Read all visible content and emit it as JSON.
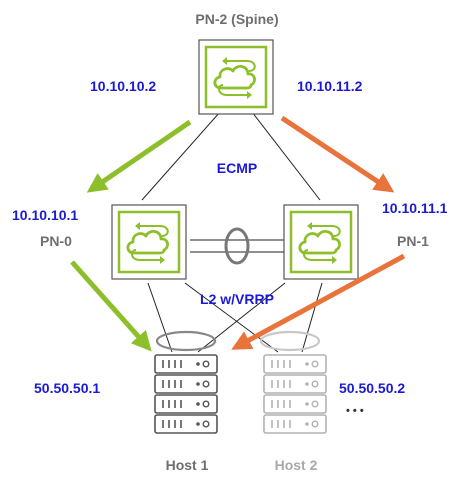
{
  "nodes": {
    "spine": {
      "label": "PN-2 (Spine)"
    },
    "pn0": {
      "label": "PN-0",
      "ip": "10.10.10.1"
    },
    "pn1": {
      "label": "PN-1",
      "ip": "10.10.11.1"
    }
  },
  "links": {
    "spine_to_pn0_ip": "10.10.10.2",
    "spine_to_pn1_ip": "10.10.11.2"
  },
  "annotations": {
    "ecmp": "ECMP",
    "l2_vrrp": "L2 w/VRRP",
    "ellipsis": "• • •"
  },
  "hosts": [
    {
      "label": "Host 1",
      "ip": "50.50.50.1"
    },
    {
      "label": "Host 2",
      "ip": "50.50.50.2"
    }
  ],
  "colors": {
    "green": "#8cbf2a",
    "orange": "#e8743b",
    "ip_blue": "#1a1ad6",
    "label_gray": "#6f6f6f"
  }
}
